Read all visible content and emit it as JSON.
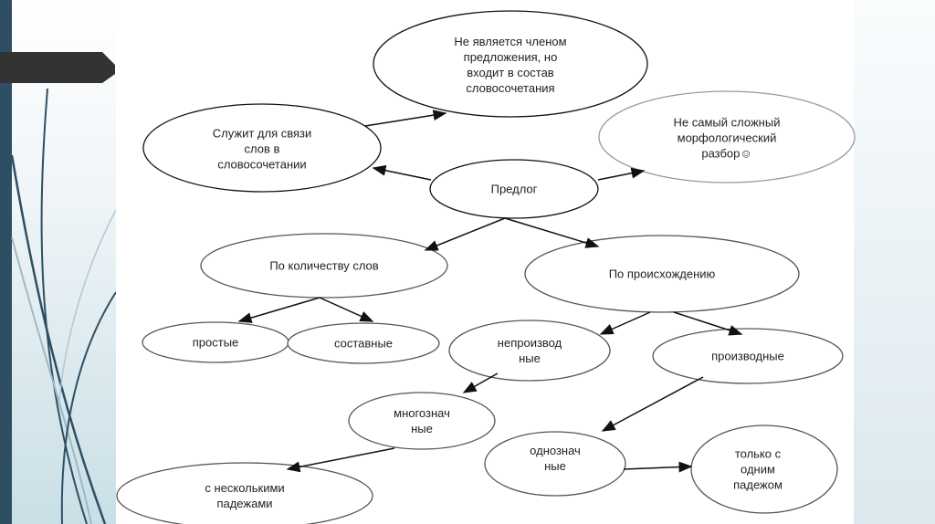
{
  "nodes": {
    "not_member": "Не является членом\nпредложения, но\nвходит в состав\nсловосочетания",
    "serves": "Служит для связи\nслов в\nсловосочетании",
    "not_hard": "Не самый сложный\nморфологический\nразбор☺",
    "preposition": "Предлог",
    "by_count": "По количеству слов",
    "by_origin": "По происхождению",
    "simple": "простые",
    "compound": "составные",
    "nonderived": "непроизвод\nные",
    "derived": "производные",
    "multi": "многознач\nные",
    "single": "однознач\nные",
    "one_case": "только с\nодним\nпадежом",
    "several_cases": "с несколькими\nпадежами"
  }
}
